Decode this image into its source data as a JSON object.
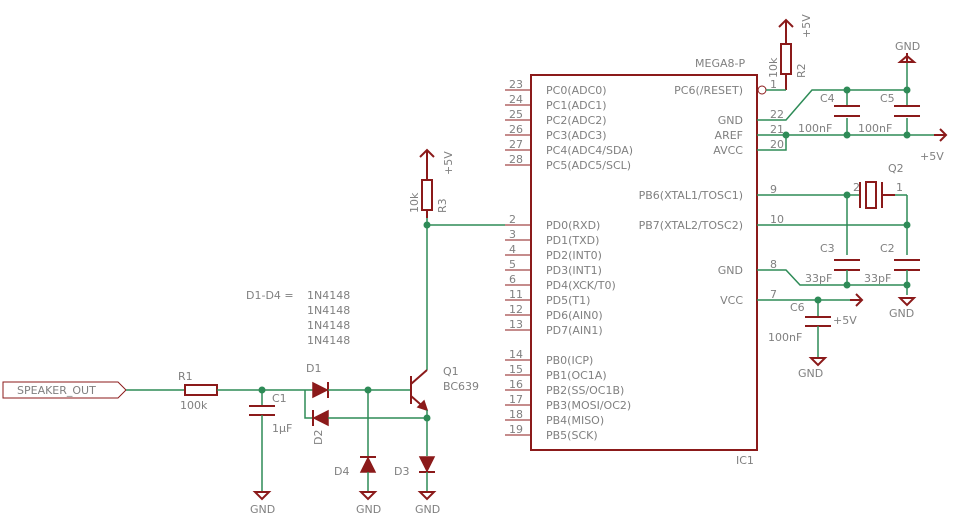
{
  "ic": {
    "name": "MEGA8-P",
    "ref": "IC1",
    "left_pins": [
      {
        "num": "23",
        "name": "PC0(ADC0)"
      },
      {
        "num": "24",
        "name": "PC1(ADC1)"
      },
      {
        "num": "25",
        "name": "PC2(ADC2)"
      },
      {
        "num": "26",
        "name": "PC3(ADC3)"
      },
      {
        "num": "27",
        "name": "PC4(ADC4/SDA)"
      },
      {
        "num": "28",
        "name": "PC5(ADC5/SCL)"
      },
      {
        "num": "2",
        "name": "PD0(RXD)"
      },
      {
        "num": "3",
        "name": "PD1(TXD)"
      },
      {
        "num": "4",
        "name": "PD2(INT0)"
      },
      {
        "num": "5",
        "name": "PD3(INT1)"
      },
      {
        "num": "6",
        "name": "PD4(XCK/T0)"
      },
      {
        "num": "11",
        "name": "PD5(T1)"
      },
      {
        "num": "12",
        "name": "PD6(AIN0)"
      },
      {
        "num": "13",
        "name": "PD7(AIN1)"
      },
      {
        "num": "14",
        "name": "PB0(ICP)"
      },
      {
        "num": "15",
        "name": "PB1(OC1A)"
      },
      {
        "num": "16",
        "name": "PB2(SS/OC1B)"
      },
      {
        "num": "17",
        "name": "PB3(MOSI/OC2)"
      },
      {
        "num": "18",
        "name": "PB4(MISO)"
      },
      {
        "num": "19",
        "name": "PB5(SCK)"
      }
    ],
    "right_pins": [
      {
        "num": "1",
        "name": "PC6(/RESET)"
      },
      {
        "num": "22",
        "name": "GND"
      },
      {
        "num": "21",
        "name": "AREF"
      },
      {
        "num": "20",
        "name": "AVCC"
      },
      {
        "num": "9",
        "name": "PB6(XTAL1/TOSC1)"
      },
      {
        "num": "10",
        "name": "PB7(XTAL2/TOSC2)"
      },
      {
        "num": "8",
        "name": "GND"
      },
      {
        "num": "7",
        "name": "VCC"
      }
    ]
  },
  "components": {
    "r1": {
      "ref": "R1",
      "value": "100k"
    },
    "r2": {
      "ref": "R2",
      "value": "10k"
    },
    "r3": {
      "ref": "R3",
      "value": "10k"
    },
    "c1": {
      "ref": "C1",
      "value": "1µF"
    },
    "c2": {
      "ref": "C2",
      "value": "33pF"
    },
    "c3": {
      "ref": "C3",
      "value": "33pF"
    },
    "c4": {
      "ref": "C4",
      "value": "100nF"
    },
    "c5": {
      "ref": "C5",
      "value": "100nF"
    },
    "c6": {
      "ref": "C6",
      "value": "100nF"
    },
    "q1": {
      "ref": "Q1",
      "value": "BC639"
    },
    "q2": {
      "ref": "Q2",
      "pin1": "1",
      "pin2": "2"
    },
    "d1": {
      "ref": "D1"
    },
    "d2": {
      "ref": "D2"
    },
    "d3": {
      "ref": "D3"
    },
    "d4": {
      "ref": "D4"
    }
  },
  "note": {
    "title": "D1-D4 =",
    "lines": [
      "1N4148",
      "1N4148",
      "1N4148",
      "1N4148"
    ]
  },
  "supplies": {
    "gnd": "GND",
    "vcc": "+5V"
  },
  "port_label": "SPEAKER_OUT",
  "colors": {
    "symbol": "#8b1a1a",
    "wire": "#2e8b57",
    "text": "#808080"
  }
}
